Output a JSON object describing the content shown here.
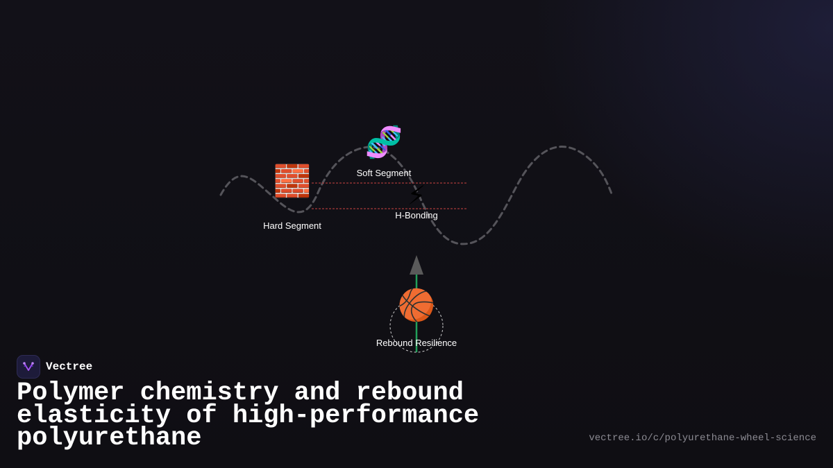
{
  "brand": {
    "name": "Vectree",
    "logo_icon": "vectree-v-logo-icon",
    "logo_color": "#a855f7"
  },
  "title": "Polymer chemistry and rebound elasticity of high-performance polyurethane",
  "source_url": "vectree.io/c/polyurethane-wheel-science",
  "diagram": {
    "chain_style": "dashed gray wave",
    "nodes": {
      "hard_segment": {
        "label": "Hard Segment",
        "icon": "brick-icon",
        "glyph": "🧱"
      },
      "soft_segment": {
        "label": "Soft Segment",
        "icon": "dna-icon",
        "glyph": "🧬"
      },
      "h_bonding": {
        "label": "H-Bonding",
        "icon": "lightning-icon",
        "glyph": "⚡"
      },
      "rebound": {
        "label": "Rebound Resilience",
        "icon": "basketball-icon",
        "glyph": "🏀"
      }
    },
    "colors": {
      "chain": "#55545a",
      "h_bond_lines": "#a83a3a",
      "rebound_line": "#22a05a",
      "arrow": "#5a5a5a",
      "circle": "#cfcfcf"
    }
  }
}
